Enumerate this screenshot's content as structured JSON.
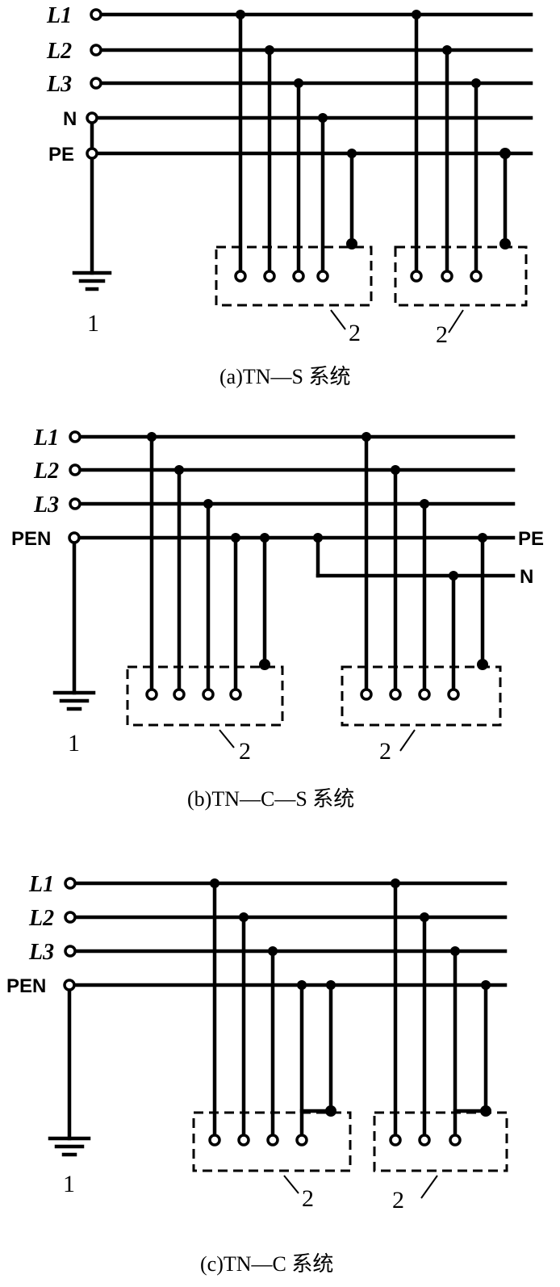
{
  "diagram_a": {
    "lines": {
      "l1": "L1",
      "l2": "L2",
      "l3": "L3",
      "n": "N",
      "pe": "PE"
    },
    "earth_label": "1",
    "device_labels": [
      "2",
      "2"
    ],
    "caption": "(a)TN—S 系统"
  },
  "diagram_b": {
    "lines": {
      "l1": "L1",
      "l2": "L2",
      "l3": "L3",
      "pen": "PEN"
    },
    "split_labels": {
      "pe": "PE",
      "n": "N"
    },
    "earth_label": "1",
    "device_labels": [
      "2",
      "2"
    ],
    "caption": "(b)TN—C—S 系统"
  },
  "diagram_c": {
    "lines": {
      "l1": "L1",
      "l2": "L2",
      "l3": "L3",
      "pen": "PEN"
    },
    "earth_label": "1",
    "device_labels": [
      "2",
      "2"
    ],
    "caption": "(c)TN—C 系统"
  }
}
